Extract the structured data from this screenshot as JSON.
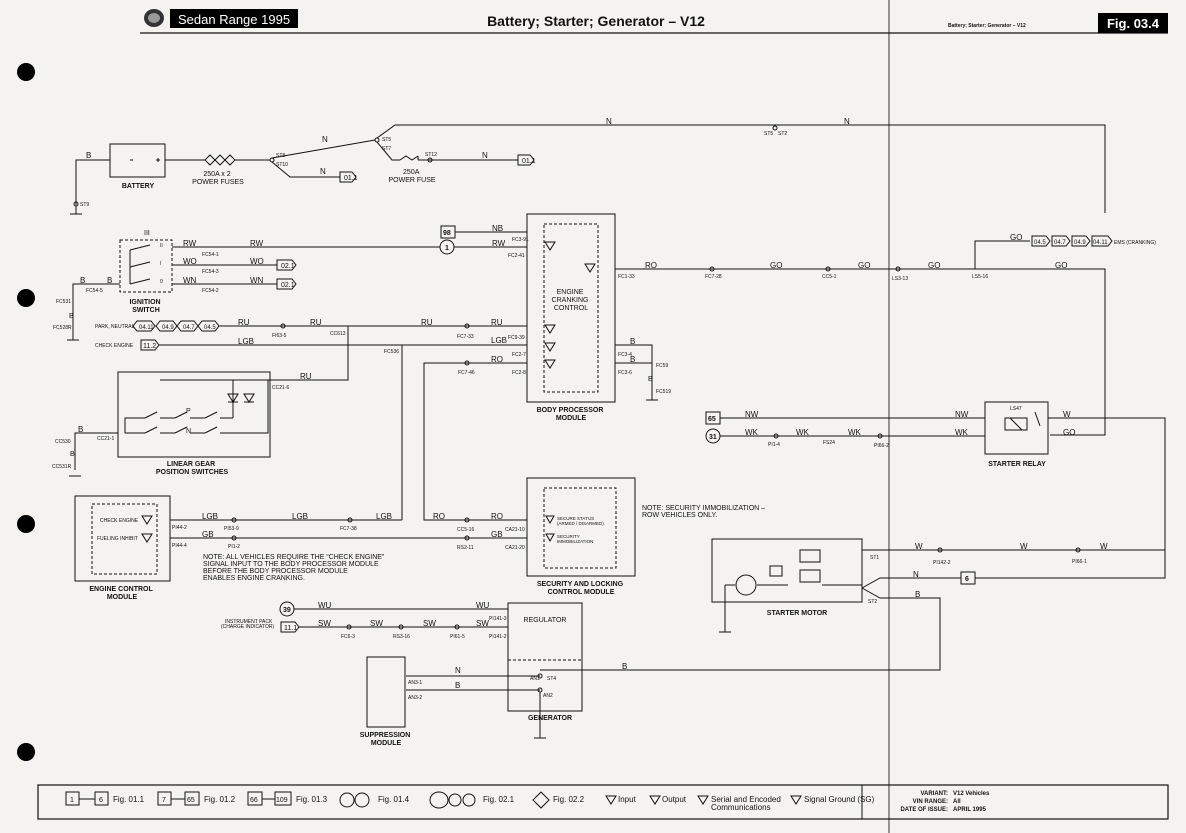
{
  "header": {
    "range": "Sedan Range 1995",
    "title": "Battery; Starter; Generator – V12",
    "title_small": "Battery; Starter; Generator – V12",
    "fig": "Fig. 03.4"
  },
  "components": {
    "battery": "BATTERY",
    "power_fuses": "250A x 2\nPOWER FUSES",
    "power_fuse": "250A\nPOWER FUSE",
    "ignition_switch": "IGNITION\nSWITCH",
    "ignition_pos": [
      "III",
      "II",
      "I",
      "0"
    ],
    "linear_gear": "LINEAR GEAR\nPOSITION SWITCHES",
    "gear_P": "P",
    "gear_N": "N",
    "body_processor": "BODY PROCESSOR\nMODULE",
    "engine_cranking": "ENGINE\nCRANKING\nCONTROL",
    "ecm": "ENGINE CONTROL\nMODULE",
    "ecm_check": "CHECK ENGINE",
    "ecm_fuel": "FUELING INHIBIT",
    "security": "SECURITY AND LOCKING\nCONTROL MODULE",
    "secure_status": "SECURE STATUS\n(ARMED / DISARMED)",
    "security_immob": "SECURITY\nIMMOBILIZATION",
    "starter_relay": "STARTER RELAY",
    "starter_motor": "STARTER MOTOR",
    "regulator": "REGULATOR",
    "generator": "GENERATOR",
    "suppression": "SUPPRESSION\nMODULE"
  },
  "notes": {
    "security": "NOTE: SECURITY IMMOBILIZATION –\nROW VEHICLES ONLY.",
    "check_engine": "NOTE: ALL VEHICLES REQUIRE THE “CHECK ENGINE”\nSIGNAL INPUT TO THE BODY PROCESSOR MODULE\nBEFORE THE BODY PROCESSOR MODULE\nENABLES ENGINE CRANKING."
  },
  "signals": {
    "park_neutral": "PARK, NEUTRAL",
    "check_engine": "CHECK ENGINE",
    "instrument_pack": "INSTRUMENT PACK\n(CHARGE INDICATOR)",
    "ems_cranking": "EMS (CRANKING)"
  },
  "refs": {
    "r011a": "01.1",
    "r011b": "01.1",
    "r021a": "02.1",
    "r021b": "02.1",
    "r0411": "04.11",
    "r049": "04.9",
    "r047": "04.7",
    "r045": "04.5",
    "r112": "11.2",
    "r111": "11.1",
    "t045": "04.5",
    "t047": "04.7",
    "t049": "04.9",
    "t0411": "04.11",
    "n98": "98",
    "n1": "1",
    "n65": "65",
    "n31": "31",
    "n39": "39",
    "n6": "6"
  },
  "wires": {
    "B": "B",
    "N": "N",
    "NB": "NB",
    "RW": "RW",
    "WO": "WO",
    "WN": "WN",
    "RU": "RU",
    "LGB": "LGB",
    "RO": "RO",
    "GO": "GO",
    "GB": "GB",
    "NW": "NW",
    "WK": "WK",
    "W": "W",
    "WU": "WU",
    "SW": "SW"
  },
  "pins": {
    "fc541": "FC54-1",
    "fc543": "FC54-3",
    "fc542": "FC54-2",
    "fc545": "FC54-5",
    "fc531": "FC531",
    "fc528r": "FC528R",
    "fc391": "FC3-91",
    "fc241": "FC2-41",
    "fc133": "FC1-33",
    "fc728": "FC7-28",
    "cc51": "CC5-1",
    "ls313": "LS3-13",
    "ls516": "LS5-16",
    "fi635": "FI63-5",
    "cc613": "CC613",
    "fc733": "FC7-33",
    "fc939": "FC9-39",
    "fc27": "FC2-7",
    "fc28": "FC2-8",
    "fc746": "FC7-46",
    "fc536": "FC536",
    "fc34": "FC3-4",
    "fc36": "FC3-6",
    "fc59": "FC59",
    "fc519": "FC519",
    "cc216": "CC21-6",
    "cc211": "CC21-1",
    "cc530": "CC530",
    "cc531r": "CC531R",
    "pi442": "PI44-2",
    "pi444": "PI44-4",
    "pi539": "PI53-9",
    "pi12": "PI1-2",
    "fc738": "FC7-38",
    "cc516": "CC5-16",
    "rs211": "RS2-11",
    "ca2110": "CA21-10",
    "ca2120": "CA21-20",
    "pi14": "PI1-4",
    "fs24": "FS24",
    "pi662": "PI66-2",
    "ls47": "LS47",
    "pi1422": "PI142-2",
    "pi661": "PI66-1",
    "st1": "ST1",
    "st2": "ST2",
    "pi1413": "PI141-3",
    "pi1412": "PI141-2",
    "fc63": "FC6-3",
    "rs316": "RS3-16",
    "pi615": "PI61-5",
    "an31": "AN3-1",
    "an32": "AN3-2",
    "an1": "AN1",
    "st4": "ST4",
    "an2": "AN2",
    "st8": "ST8",
    "st10": "ST10",
    "st5": "ST5",
    "st7": "ST7",
    "st12": "ST12",
    "st9": "ST9",
    "st5b": "ST5",
    "st2b": "ST2"
  },
  "legend": {
    "l1": "1",
    "l6": "6",
    "f011": "Fig. 01.1",
    "l7": "7",
    "l65": "65",
    "f012": "Fig. 01.2",
    "l66": "66",
    "l109": "109",
    "f013": "Fig. 01.3",
    "f014": "Fig. 01.4",
    "f021": "Fig. 02.1",
    "f022": "Fig. 02.2",
    "input": "Input",
    "output": "Output",
    "serial": "Serial and Encoded\nCommunications",
    "ground": "Signal Ground (SG)"
  },
  "info": {
    "variant_label": "VARIANT:",
    "variant": "V12 Vehicles",
    "vin_label": "VIN RANGE:",
    "vin": "All",
    "date_label": "DATE OF ISSUE:",
    "date": "APRIL 1995"
  }
}
